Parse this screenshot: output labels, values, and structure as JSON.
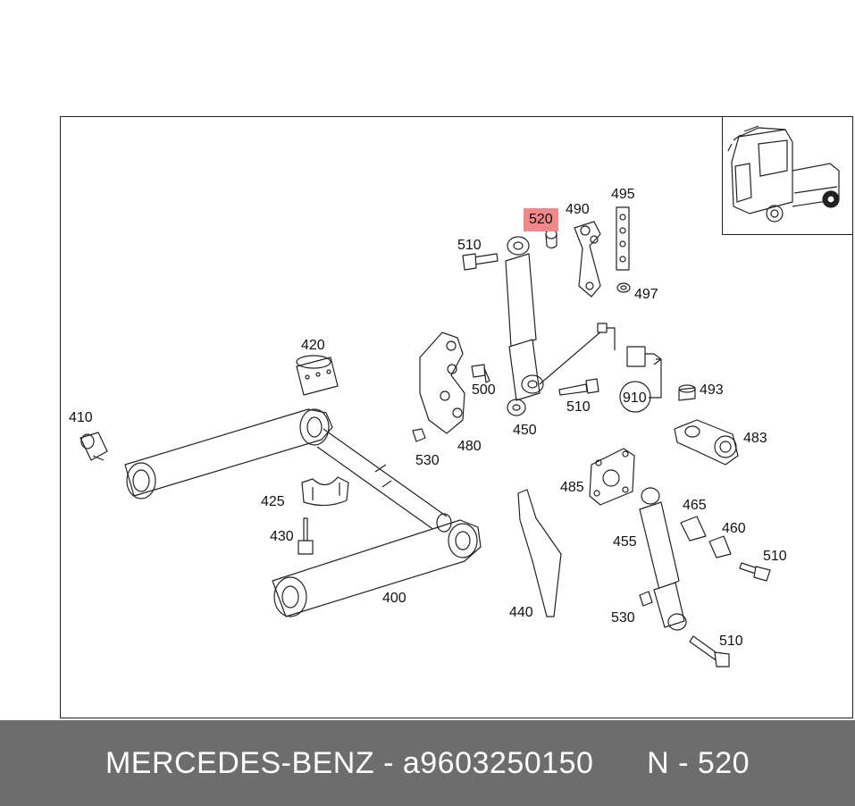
{
  "callouts": {
    "c510a": "510",
    "c520": "520",
    "c490": "490",
    "c495": "495",
    "c497": "497",
    "c420": "420",
    "c500": "500",
    "c510b": "510",
    "c910": "910",
    "c493": "493",
    "c410": "410",
    "c480": "480",
    "c450": "450",
    "c530a": "530",
    "c483": "483",
    "c485": "485",
    "c425": "425",
    "c465": "465",
    "c460": "460",
    "c430": "430",
    "c455": "455",
    "c510c": "510",
    "c400": "400",
    "c440": "440",
    "c530b": "530",
    "c510d": "510"
  },
  "footer": {
    "brand": "MERCEDES-BENZ",
    "separator1": " - ",
    "part_number": "a9603250150",
    "gap": "      ",
    "position": "N - 520"
  },
  "colors": {
    "highlight": "#f08a8a",
    "footer_bg": "#6d6d6d",
    "footer_text": "#ffffff",
    "line": "#222222"
  }
}
